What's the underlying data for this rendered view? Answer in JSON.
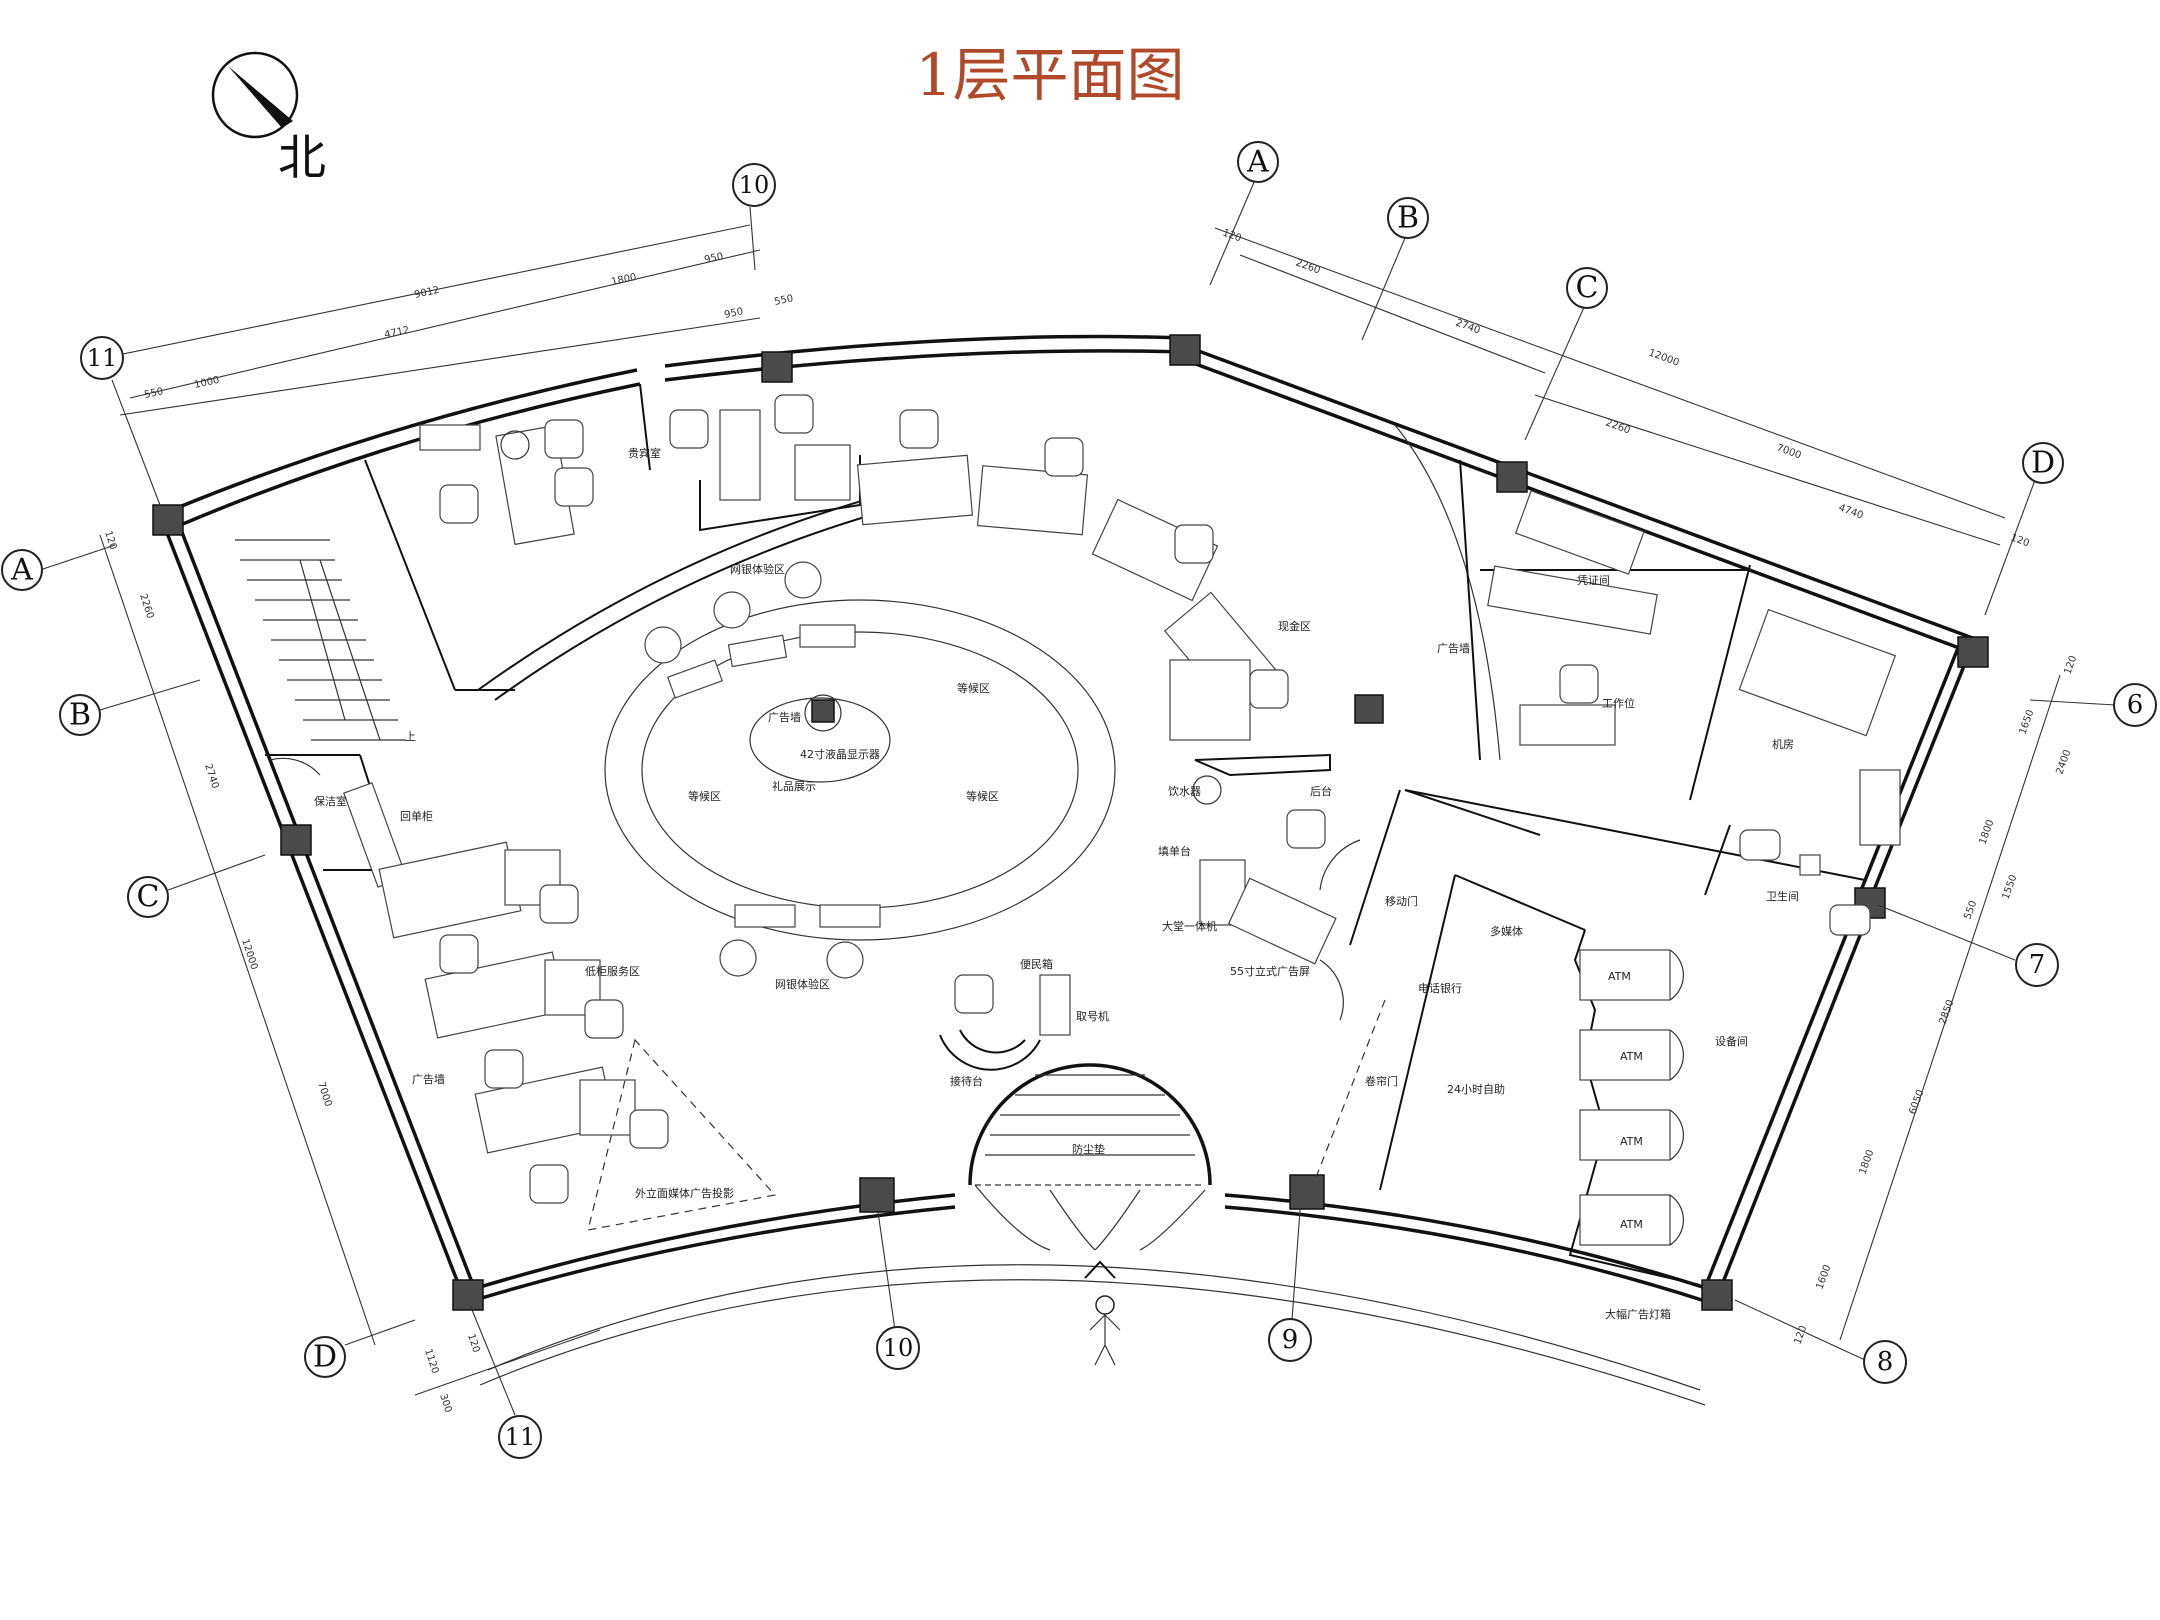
{
  "title": "1层平面图",
  "title_color": "#B0492A",
  "north_label": "北",
  "axis_labels": {
    "A": "A",
    "B": "B",
    "C": "C",
    "D": "D",
    "n6": "6",
    "n7": "7",
    "n8": "8",
    "n9": "9",
    "n10": "10",
    "n11": "11"
  },
  "dimensions": {
    "top": [
      "9012",
      "4712",
      "1800",
      "950",
      "550",
      "1000",
      "950",
      "550"
    ],
    "top_right": [
      "120",
      "2260",
      "2740",
      "12000",
      "2260",
      "7000",
      "4740",
      "120"
    ],
    "left": [
      "120",
      "2260",
      "2740",
      "12000",
      "7000",
      "120",
      "1120",
      "300"
    ],
    "right": [
      "120",
      "1650",
      "2400",
      "1800",
      "550",
      "1550",
      "2850",
      "6050",
      "1800",
      "1600",
      "120"
    ]
  },
  "rooms": {
    "guest_room": "贵宾室",
    "guard_room": "保洁室",
    "return_cabinet": "回单柜",
    "low_counter": "低柜服务区",
    "ad_wall_left": "广告墙",
    "projection": "外立面媒体广告投影",
    "online_banking_top": "网银体验区",
    "online_banking_bottom": "网银体验区",
    "waiting_top": "等候区",
    "waiting_left": "等候区",
    "waiting_right": "等候区",
    "ad_wall_center": "广告墙",
    "lcd_screen": "42寸液晶显示器",
    "gift_display": "礼品展示",
    "cash_area": "现金区",
    "water_dispenser": "饮水器",
    "back_counter": "后台",
    "form_desk": "填单台",
    "lobby_machine": "大堂一体机",
    "standing_ad": "55寸立式广告屏",
    "convenience_counter": "便民箱",
    "queue_machine": "取号机",
    "reception": "接待台",
    "entrance_mat": "防尘垫",
    "ad_wall_right": "广告墙",
    "voucher_room": "凭证间",
    "workstation": "工作位",
    "machine_room": "机房",
    "restroom": "卫生间",
    "sliding_door": "移动门",
    "multimedia": "多媒体",
    "phone_banking": "电话银行",
    "self_service": "24小时自助",
    "rolling_door": "卷帘门",
    "equipment_room": "设备间",
    "atm": "ATM",
    "lightbox": "大幅广告灯箱",
    "stairs_up": "上"
  },
  "colors": {
    "line": "#111111",
    "column": "#4a4a4a"
  }
}
